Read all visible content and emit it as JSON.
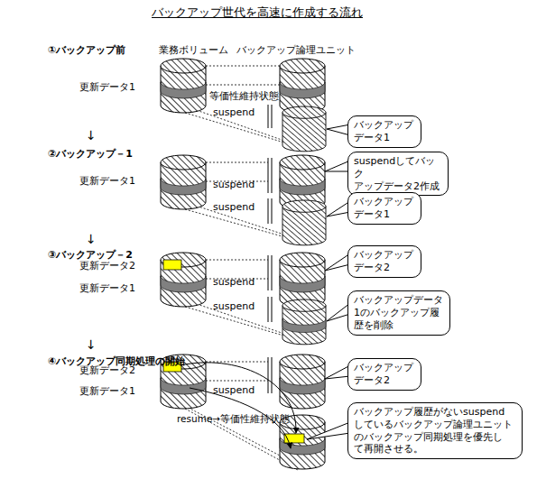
{
  "diagram": {
    "title": "バックアップ世代を高速に作成する流れ",
    "nodes": [
      {
        "text": [
          "バックアップ データ1"
        ]
      },
      {
        "text": [
          "suspendしてバック アップデータ2作成"
        ]
      },
      {
        "text": [
          "バックアップ データ1"
        ]
      },
      {
        "text": [
          "バックアップ データ2"
        ]
      },
      {
        "text": [
          "バックアップデータ 1のバックアップ履 歴を削除"
        ]
      },
      {
        "text": [
          "バックアップ データ2"
        ]
      },
      {
        "text": [
          "バックアップ履歴がないsuspend しているバックアップ論理ユニット のバックアップ同期処理を優先し て再開させる。"
        ]
      }
    ],
    "labels": [
      "業務ボリューム",
      "バックアップ論理ユニット",
      "①バックアップ前",
      "更新データ1",
      "等価性維持状態",
      "suspend",
      "↓",
      "②バックアップ－1",
      "更新データ1",
      "suspend",
      "suspend",
      "↓",
      "③バックアップ－2",
      "更新データ2",
      "更新データ1",
      "suspend",
      "suspend",
      "↓",
      "④バックアップ同期処理の開始",
      "更新データ2",
      "更新データ1",
      "suspend",
      "resume→等価性維持状態"
    ]
  }
}
